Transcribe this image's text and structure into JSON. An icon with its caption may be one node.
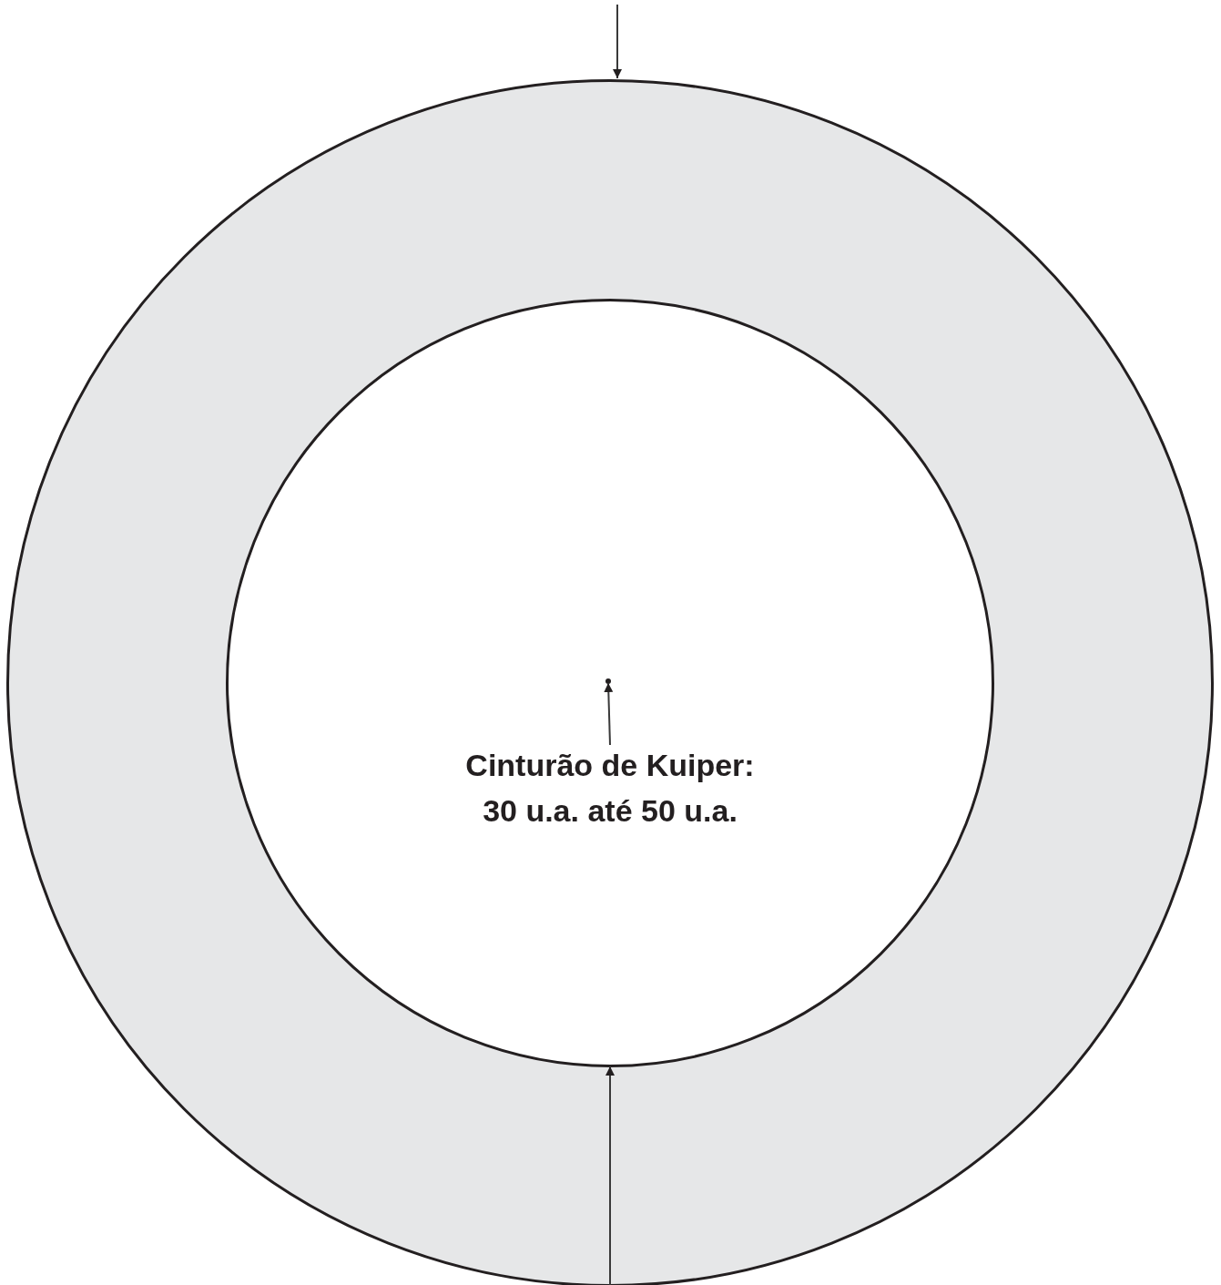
{
  "diagram": {
    "nodes": [
      {
        "text": [],
        "shape": "circle"
      },
      {
        "text": [],
        "shape": "circle",
        "in": 0
      },
      {
        "text": [],
        "shape": "circle",
        "in": 1
      },
      {
        "text": [
          "Cinturão de Kuiper: 30 u.a. até 50 u.a."
        ],
        "in": 1
      }
    ],
    "edges": [
      {
        "from": null,
        "to": 0,
        "arrow": "to"
      },
      {
        "from": 3,
        "to": 2,
        "arrow": "to"
      },
      {
        "from": 0,
        "to": 1,
        "arrow": "to"
      }
    ]
  }
}
